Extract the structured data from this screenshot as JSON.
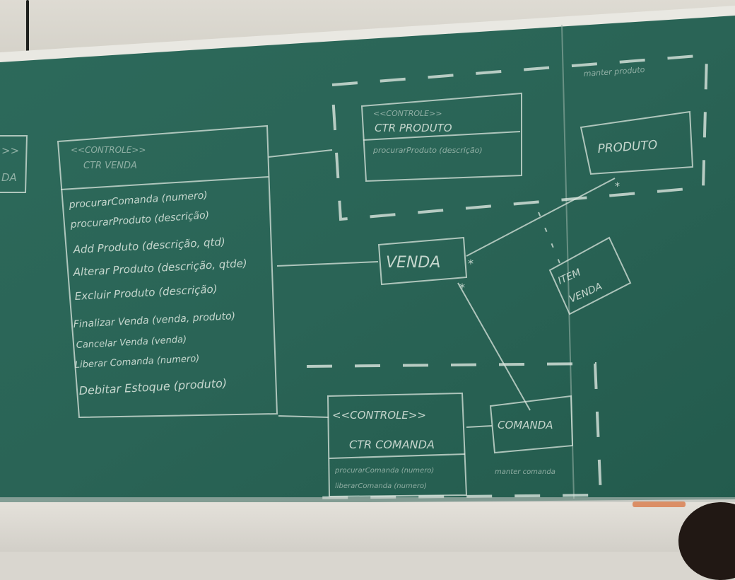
{
  "scene": "classroom chalkboard with UML diagram",
  "colors": {
    "board": "#2a6456",
    "chalk": "#dfe9e1",
    "frame": "#c9c8c1"
  },
  "board": {
    "left_fragment": [
      ">>",
      "DA"
    ],
    "controller_box": {
      "stereotype": "<<CONTROLE>>",
      "name": "CTR VENDA",
      "methods": [
        "procurarComanda (numero)",
        "procurarProduto (descrição)",
        "Add Produto (descrição, qtd)",
        "Alterar Produto (descrição, qtde)",
        "Excluir Produto (descrição)",
        "Finalizar Venda (venda, produto)",
        "Cancelar Venda (venda)",
        "Liberar Comanda (numero)",
        "Debitar Estoque (produto)"
      ]
    },
    "product_package": {
      "controller": {
        "stereotype": "<<CONTROLE>>",
        "name": "CTR PRODUTO",
        "method": "procurarProduto (descrição)"
      },
      "header": "manter produto",
      "entity": "PRODUTO"
    },
    "venda": {
      "label": "VENDA",
      "multiplicity_right": "*",
      "multiplicity_down": "*"
    },
    "item_venda": {
      "line1": "ITEM",
      "line2": "VENDA"
    },
    "comanda_package": {
      "controller": {
        "stereotype": "<<CONTROLE>>",
        "name": "CTR COMANDA",
        "methods": [
          "procurarComanda (numero)",
          "liberarComanda (numero)"
        ]
      },
      "entity": "COMANDA",
      "footer": "manter comanda"
    }
  }
}
